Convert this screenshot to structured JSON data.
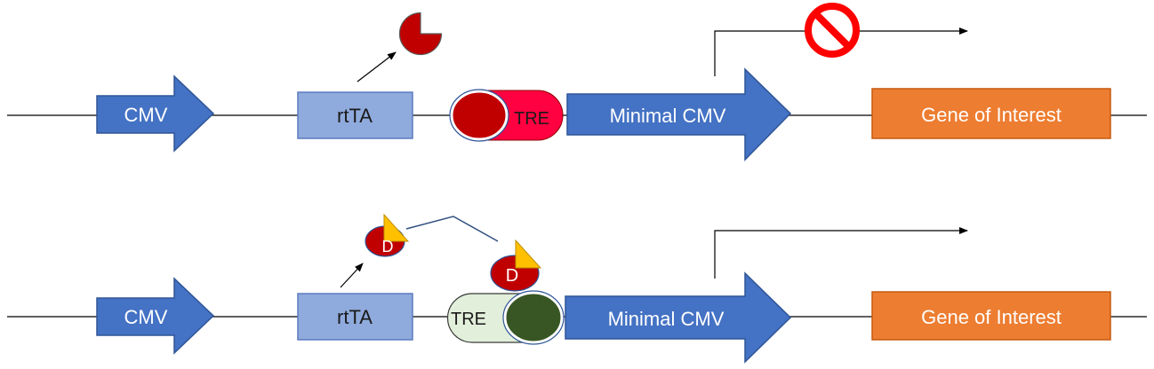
{
  "colors": {
    "promoter_blue": "#4472C4",
    "promoter_blue_dark": "#2F5597",
    "rtta_fill": "#8FAADC",
    "rtta_border": "#5B7BC0",
    "gene_orange": "#ED7D31",
    "gene_orange_dark": "#C55A11",
    "protein_red": "#C00000",
    "tre_red": "#FF0040",
    "tre_green_bg": "#E2EFDA",
    "bound_green": "#375623",
    "dox_yellow": "#FFC000",
    "no_symbol_red": "#FF0000",
    "line": "#000000",
    "connector": "#2F4F7F"
  },
  "icons": {
    "prohibited": "prohibited-icon",
    "arrow": "transcription-arrow-icon"
  },
  "rows": [
    {
      "state": "off",
      "cmv_label": "CMV",
      "rtta_label": "rtTA",
      "tre_label": "TRE",
      "minimal_cmv_label": "Minimal CMV",
      "gene_label": "Gene of Interest"
    },
    {
      "state": "on",
      "cmv_label": "CMV",
      "rtta_label": "rtTA",
      "tre_label": "TRE",
      "minimal_cmv_label": "Minimal CMV",
      "gene_label": "Gene of Interest",
      "dox_label_free": "D",
      "dox_label_bound": "D"
    }
  ]
}
